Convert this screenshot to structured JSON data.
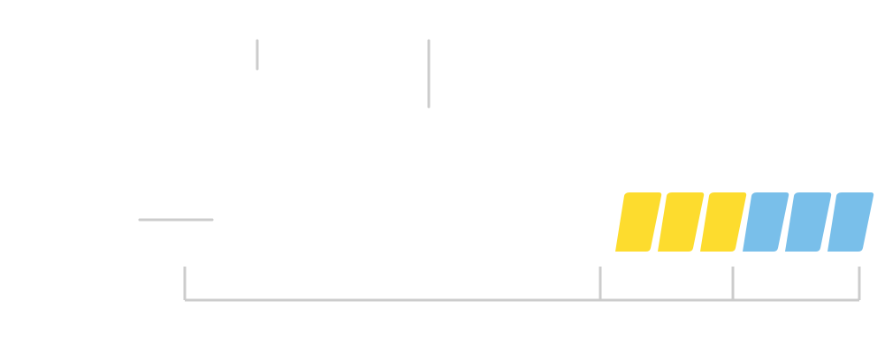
{
  "colors": {
    "background": "#ffffff",
    "line": "#cccccc",
    "yellow": "#fddc2e",
    "blue": "#79bfea"
  },
  "stripes": [
    {
      "color": "yellow"
    },
    {
      "color": "yellow"
    },
    {
      "color": "yellow"
    },
    {
      "color": "blue"
    },
    {
      "color": "blue"
    },
    {
      "color": "blue"
    }
  ]
}
